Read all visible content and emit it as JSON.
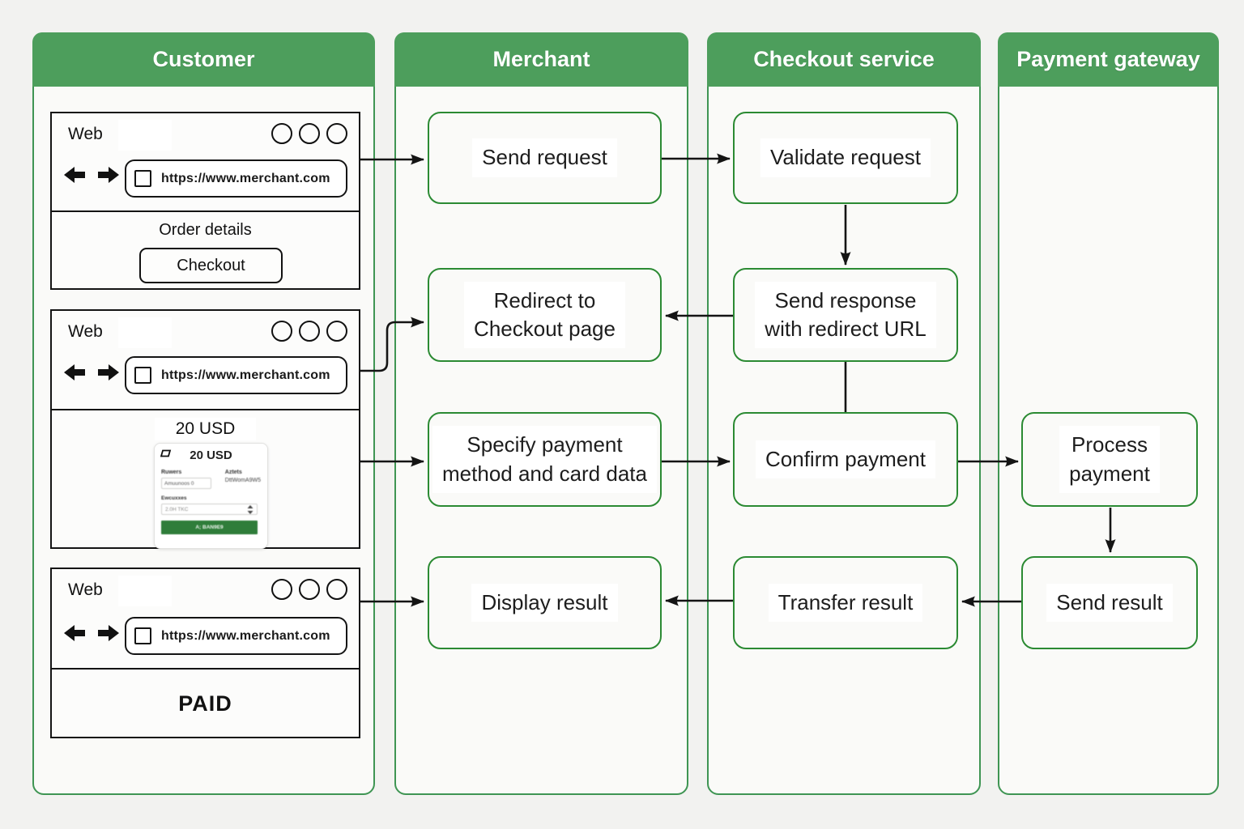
{
  "lanes": [
    {
      "title": "Customer"
    },
    {
      "title": "Merchant"
    },
    {
      "title": "Checkout service"
    },
    {
      "title": "Payment gateway"
    }
  ],
  "colors": {
    "header_green": "#4d9e5c",
    "lane_border_green": "#3f9553",
    "node_border_green": "#2b8a33",
    "submit_button_green": "#2f7d3a",
    "line_black": "#141414"
  },
  "browsers": [
    {
      "title": "Web",
      "url": "https://www.merchant.com",
      "heading": "Order details",
      "button": "Checkout"
    },
    {
      "title": "Web",
      "url": "https://www.merchant.com",
      "amount": "20 USD",
      "card": {
        "amount": "20 USD",
        "left_label": "Ruwers",
        "left_value": "Amuunoos 0",
        "right_label": "Aztets",
        "right_value": "DttWomA9W5",
        "bottom_label": "Ewcuxxes",
        "input_value": "2.0H TKC",
        "submit": "A; BAN9E9"
      }
    },
    {
      "title": "Web",
      "url": "https://www.merchant.com",
      "status": "PAID"
    }
  ],
  "nodes": {
    "merchant": [
      {
        "label": "Send request"
      },
      {
        "label": "Redirect to\nCheckout page"
      },
      {
        "label": "Specify payment\nmethod and card data"
      },
      {
        "label": "Display result"
      }
    ],
    "checkout": [
      {
        "label": "Validate request"
      },
      {
        "label": "Send response\nwith redirect URL"
      },
      {
        "label": "Confirm payment"
      },
      {
        "label": "Transfer result"
      }
    ],
    "gateway": [
      {
        "label": "Process\npayment"
      },
      {
        "label": "Send result"
      }
    ]
  }
}
